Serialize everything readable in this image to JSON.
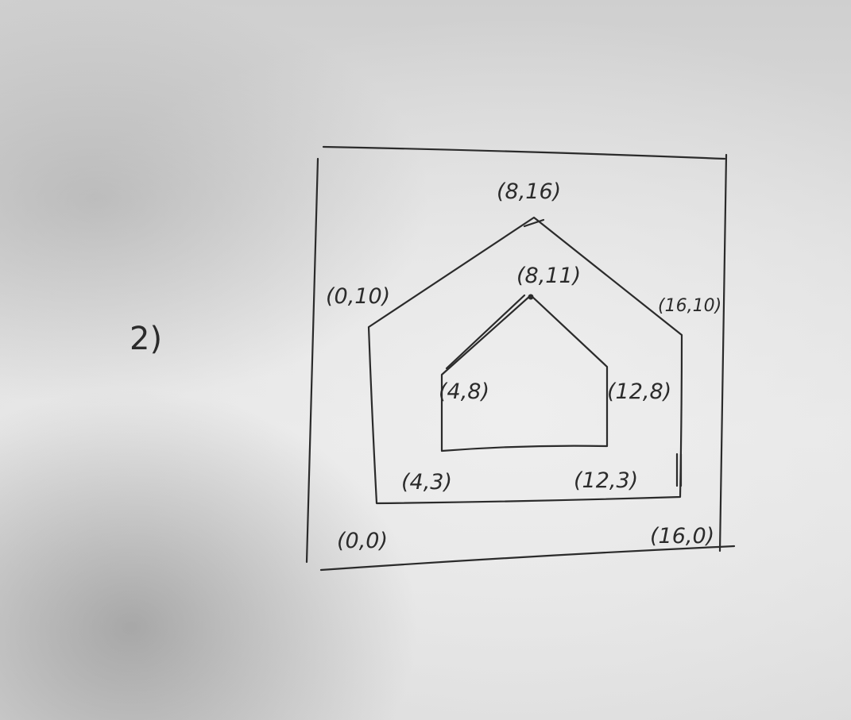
{
  "problem_number": "2)",
  "labels": {
    "outer_peak": "(8,16)",
    "outer_left_shoulder": "(0,10)",
    "outer_right_shoulder": "(16,10)",
    "outer_bottom_left": "(0,0)",
    "outer_bottom_right": "(16,0)",
    "inner_peak": "(8,11)",
    "inner_left_shoulder": "(4,8)",
    "inner_right_shoulder": "(12,8)",
    "inner_bottom_left": "(4,3)",
    "inner_bottom_right": "(12,3)"
  },
  "shapes": {
    "outer_pentagon": [
      [
        0,
        0
      ],
      [
        0,
        10
      ],
      [
        8,
        16
      ],
      [
        16,
        10
      ],
      [
        16,
        0
      ]
    ],
    "inner_pentagon": [
      [
        4,
        3
      ],
      [
        4,
        8
      ],
      [
        8,
        11
      ],
      [
        12,
        8
      ],
      [
        12,
        3
      ]
    ]
  }
}
